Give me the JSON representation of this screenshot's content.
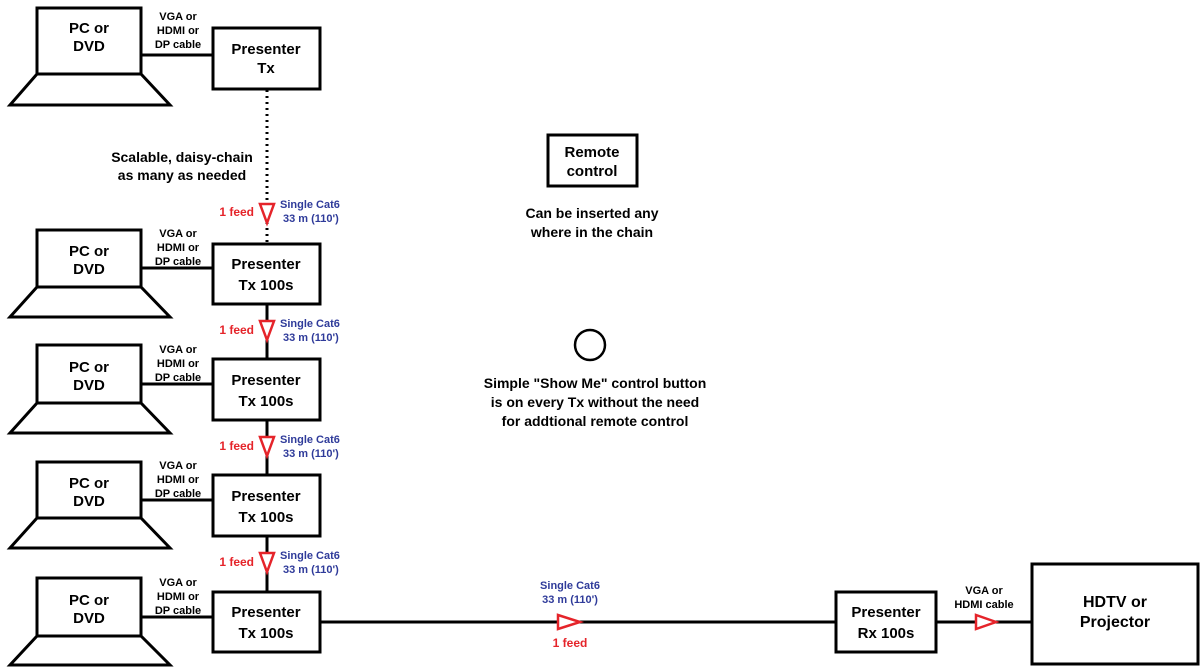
{
  "colors": {
    "feed": "#e5242a",
    "cable": "#2f3b9a",
    "ink": "#000000"
  },
  "top_unit": {
    "source": [
      "PC or",
      "DVD"
    ],
    "cable": [
      "VGA or",
      "HDMI or",
      "DP cable"
    ],
    "tx": [
      "Presenter",
      "Tx"
    ]
  },
  "daisy_chain_note": [
    "Scalable, daisy-chain",
    "as many as needed"
  ],
  "chain_units": [
    {
      "source": [
        "PC or",
        "DVD"
      ],
      "cable": [
        "VGA or",
        "HDMI or",
        "DP cable"
      ],
      "tx": [
        "Presenter",
        "Tx 100s"
      ]
    },
    {
      "source": [
        "PC or",
        "DVD"
      ],
      "cable": [
        "VGA or",
        "HDMI or",
        "DP cable"
      ],
      "tx": [
        "Presenter",
        "Tx 100s"
      ]
    },
    {
      "source": [
        "PC or",
        "DVD"
      ],
      "cable": [
        "VGA or",
        "HDMI or",
        "DP cable"
      ],
      "tx": [
        "Presenter",
        "Tx 100s"
      ]
    },
    {
      "source": [
        "PC or",
        "DVD"
      ],
      "cable": [
        "VGA or",
        "HDMI or",
        "DP cable"
      ],
      "tx": [
        "Presenter",
        "Tx 100s"
      ]
    }
  ],
  "links": [
    {
      "feed": "1 feed",
      "cable": [
        "Single Cat6",
        "33 m (110')"
      ]
    },
    {
      "feed": "1 feed",
      "cable": [
        "Single Cat6",
        "33 m (110')"
      ]
    },
    {
      "feed": "1 feed",
      "cable": [
        "Single Cat6",
        "33 m (110')"
      ]
    },
    {
      "feed": "1 feed",
      "cable": [
        "Single Cat6",
        "33 m (110')"
      ]
    }
  ],
  "long_link": {
    "cable": [
      "Single Cat6",
      "33 m (110')"
    ],
    "feed": "1 feed"
  },
  "remote": {
    "label": [
      "Remote",
      "control"
    ],
    "note": [
      "Can be inserted any",
      "where in the chain"
    ]
  },
  "show_me": {
    "note": [
      "Simple \"Show Me\" control button",
      "is on every Tx without the need",
      "for addtional remote control"
    ]
  },
  "rx": {
    "label": [
      "Presenter",
      "Rx 100s"
    ]
  },
  "output_cable": [
    "VGA or",
    "HDMI cable"
  ],
  "display": {
    "label": [
      "HDTV or",
      "Projector"
    ]
  }
}
